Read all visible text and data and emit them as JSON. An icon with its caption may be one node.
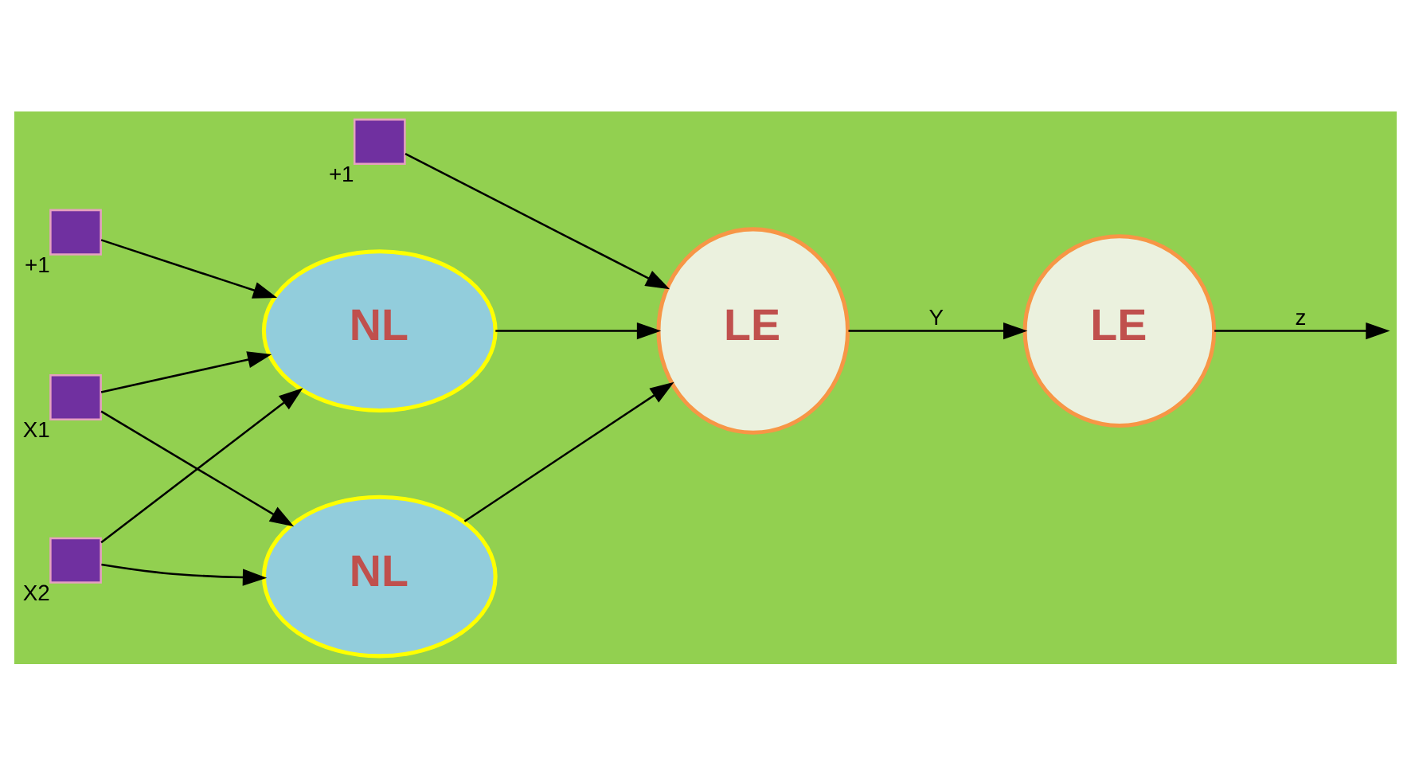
{
  "diagram": {
    "nodes": [
      {
        "text": [],
        "shape": "box",
        "beside": [
          "+1"
        ]
      },
      {
        "text": [],
        "shape": "box",
        "beside": [
          "+1"
        ]
      },
      {
        "text": [],
        "shape": "box",
        "beside": [
          "X1"
        ]
      },
      {
        "text": [
          "NL"
        ]
      },
      {
        "text": [
          "LE"
        ]
      },
      {
        "text": [
          "LE"
        ]
      },
      {
        "text": [],
        "shape": "box",
        "beside": [
          "X2"
        ]
      },
      {
        "text": [
          "NL"
        ]
      }
    ],
    "edges": [
      {
        "from": 0,
        "to": 3,
        "arrow": "to"
      },
      {
        "from": 2,
        "to": 3,
        "arrow": "to"
      },
      {
        "from": 2,
        "to": 7,
        "arrow": "to"
      },
      {
        "from": 6,
        "to": 3,
        "arrow": "to"
      },
      {
        "from": 6,
        "to": 7,
        "arrow": "to"
      },
      {
        "from": 3,
        "to": 4,
        "arrow": "to"
      },
      {
        "from": 7,
        "to": 4,
        "arrow": "to"
      },
      {
        "from": 1,
        "to": 4,
        "arrow": "to"
      },
      {
        "from": 4,
        "to": 5,
        "arrow": "to",
        "label": "Y"
      },
      {
        "from": 5,
        "to": null,
        "arrow": "to",
        "label": "z"
      }
    ]
  }
}
